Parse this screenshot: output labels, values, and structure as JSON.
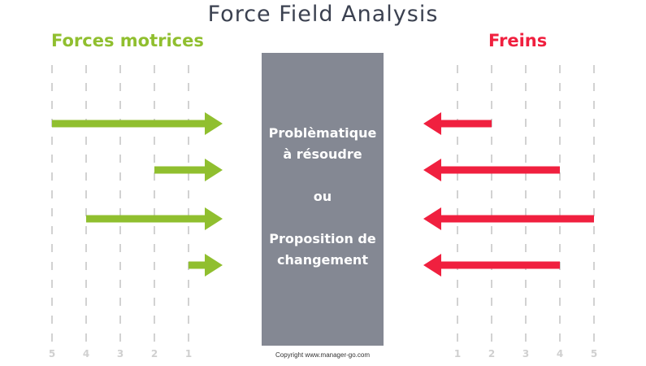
{
  "title": "Force Field Analysis",
  "left_heading": "Forces motrices",
  "right_heading": "Freins",
  "center": {
    "line1": "Problèmatique",
    "line2": "à résoudre",
    "line3": "ou",
    "line4": "Proposition de",
    "line5": "changement"
  },
  "copyright": "Copyright www.manager-go.com",
  "colors": {
    "driving": "#90bf2f",
    "restraining": "#f0203f",
    "box": "#848893",
    "title": "#3b4150",
    "grid": "#d2d2d2",
    "tick_label": "#d0d0d0"
  },
  "chart_data": {
    "type": "force-field",
    "driving_forces": {
      "ticks": [
        "5",
        "4",
        "3",
        "2",
        "1"
      ],
      "values": [
        5,
        2,
        4,
        1
      ]
    },
    "restraining_forces": {
      "ticks": [
        "1",
        "2",
        "3",
        "4",
        "5"
      ],
      "values": [
        2,
        4,
        5,
        4
      ]
    }
  }
}
